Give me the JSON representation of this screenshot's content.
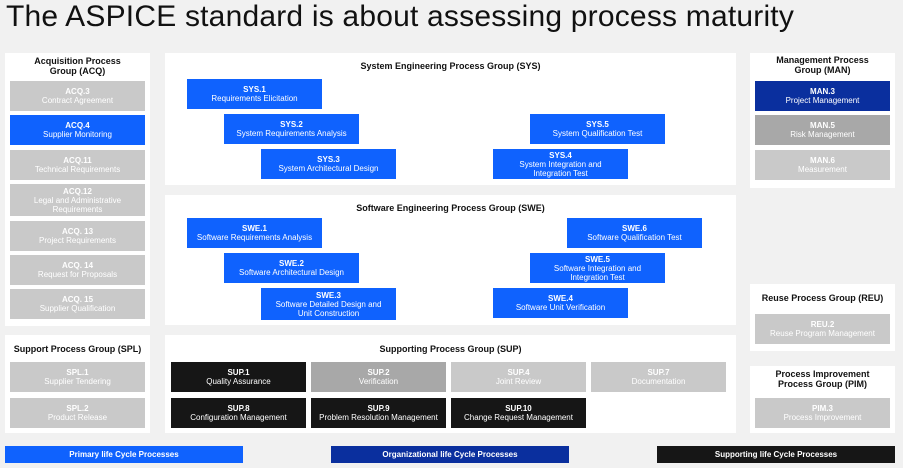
{
  "title": "The ASPICE standard is about assessing process maturity",
  "acq": {
    "title": "Acquisition Process Group (ACQ)",
    "items": [
      {
        "code": "ACQ.3",
        "name": "Contract Agreement"
      },
      {
        "code": "ACQ.4",
        "name": "Supplier Monitoring"
      },
      {
        "code": "ACQ.11",
        "name": "Technical Requirements"
      },
      {
        "code": "ACQ.12",
        "name": "Legal and Administrative Requirements"
      },
      {
        "code": "ACQ. 13",
        "name": "Project Requirements"
      },
      {
        "code": "ACQ. 14",
        "name": "Request for Proposals"
      },
      {
        "code": "ACQ. 15",
        "name": "Supplier Qualification"
      }
    ]
  },
  "sys": {
    "title": "System Engineering Process Group (SYS)",
    "items": [
      {
        "code": "SYS.1",
        "name": "Requirements Elicitation"
      },
      {
        "code": "SYS.2",
        "name": "System Requirements Analysis"
      },
      {
        "code": "SYS.3",
        "name": "System Architectural Design"
      },
      {
        "code": "SYS.4",
        "name": "System Integration and Integration Test"
      },
      {
        "code": "SYS.5",
        "name": "System Qualification Test"
      }
    ]
  },
  "swe": {
    "title": "Software Engineering Process Group (SWE)",
    "items": [
      {
        "code": "SWE.1",
        "name": "Software Requirements Analysis"
      },
      {
        "code": "SWE.2",
        "name": "Software Architectural Design"
      },
      {
        "code": "SWE.3",
        "name": "Software Detailed Design and Unit Construction"
      },
      {
        "code": "SWE.4",
        "name": "Software Unit Verification"
      },
      {
        "code": "SWE.5",
        "name": "Software Integration and Integration Test"
      },
      {
        "code": "SWE.6",
        "name": "Software Qualification Test"
      }
    ]
  },
  "man": {
    "title": "Management Process Group (MAN)",
    "items": [
      {
        "code": "MAN.3",
        "name": "Project Management"
      },
      {
        "code": "MAN.5",
        "name": "Risk Management"
      },
      {
        "code": "MAN.6",
        "name": "Measurement"
      }
    ]
  },
  "reu": {
    "title": "Reuse Process Group (REU)",
    "items": [
      {
        "code": "REU.2",
        "name": "Reuse Program Management"
      }
    ]
  },
  "spl": {
    "title": "Support Process Group (SPL)",
    "items": [
      {
        "code": "SPL.1",
        "name": "Supplier Tendering"
      },
      {
        "code": "SPL.2",
        "name": "Product Release"
      }
    ]
  },
  "sup": {
    "title": "Supporting Process Group (SUP)",
    "items": [
      {
        "code": "SUP.1",
        "name": "Quality Assurance"
      },
      {
        "code": "SUP.2",
        "name": "Verification"
      },
      {
        "code": "SUP.4",
        "name": "Joint Review"
      },
      {
        "code": "SUP.7",
        "name": "Documentation"
      },
      {
        "code": "SUP.8",
        "name": "Configuration Management"
      },
      {
        "code": "SUP.9",
        "name": "Problem Resolution Management"
      },
      {
        "code": "SUP.10",
        "name": "Change Request Management"
      }
    ]
  },
  "pim": {
    "title": "Process Improvement Process Group (PIM)",
    "items": [
      {
        "code": "PIM.3",
        "name": "Process Improvement"
      }
    ]
  },
  "legend": {
    "primary": "Primary life Cycle Processes",
    "organizational": "Organizational life Cycle Processes",
    "supporting": "Supporting life Cycle Processes"
  },
  "colors": {
    "primary": "#0f62fe",
    "organizational": "#0a2f9e",
    "supporting": "#161616",
    "inactive": "#c9c9c9"
  }
}
